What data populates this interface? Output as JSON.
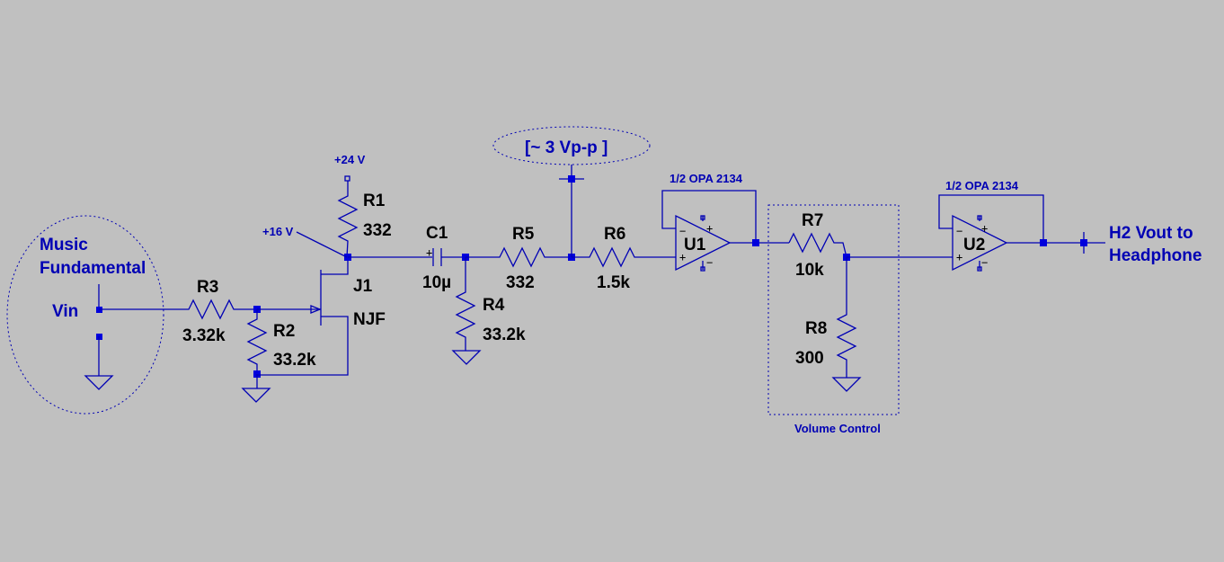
{
  "annotations": {
    "input_group": "Music\nFundamental",
    "vin": "Vin",
    "vpp_note": "[~ 3 Vp-p ]",
    "volume_control": "Volume Control",
    "output": "H2 Vout to\nHeadphone"
  },
  "supplies": {
    "plus24": "+24 V",
    "plus16": "+16 V"
  },
  "components": {
    "R1": {
      "ref": "R1",
      "value": "332"
    },
    "R2": {
      "ref": "R2",
      "value": "33.2k"
    },
    "R3": {
      "ref": "R3",
      "value": "3.32k"
    },
    "R4": {
      "ref": "R4",
      "value": "33.2k"
    },
    "R5": {
      "ref": "R5",
      "value": "332"
    },
    "R6": {
      "ref": "R6",
      "value": "1.5k"
    },
    "R7": {
      "ref": "R7",
      "value": "10k"
    },
    "R8": {
      "ref": "R8",
      "value": "300"
    },
    "C1": {
      "ref": "C1",
      "value": "10µ",
      "polarity": "+"
    },
    "J1": {
      "ref": "J1",
      "value": "NJF"
    },
    "U1": {
      "ref": "U1",
      "part": "1/2 OPA 2134"
    },
    "U2": {
      "ref": "U2",
      "part": "1/2 OPA 2134"
    }
  },
  "opamp_pins": {
    "plus": "+",
    "minus": "−"
  },
  "colors": {
    "background": "#c0c0c0",
    "wire": "#0000b4",
    "label": "#000000",
    "annotation": "#0000b4"
  }
}
